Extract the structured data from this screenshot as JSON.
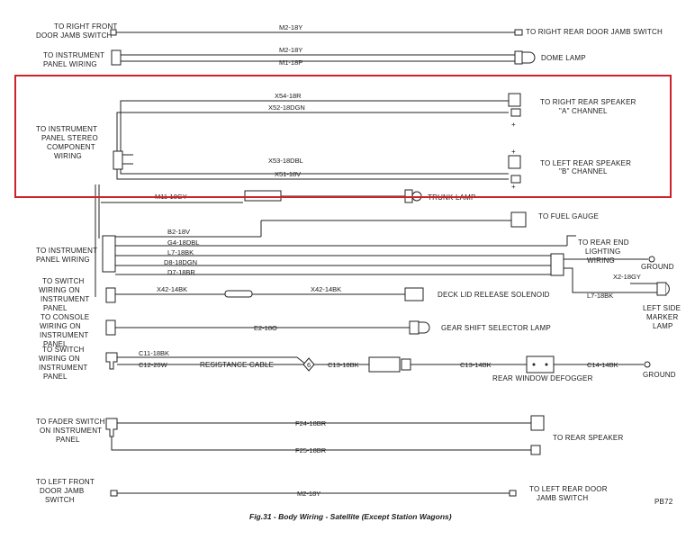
{
  "highlight_color": "#d0212b",
  "labels": {
    "rf_door_jamb": [
      "TO RIGHT FRONT",
      "DOOR JAMB SWITCH"
    ],
    "rr_door_jamb": "TO RIGHT REAR DOOR JAMB SWITCH",
    "instr_panel_top": [
      "TO INSTRUMENT",
      "PANEL WIRING"
    ],
    "dome_lamp": "DOME LAMP",
    "stereo": [
      "TO INSTRUMENT",
      "PANEL STEREO",
      "COMPONENT",
      "WIRING"
    ],
    "right_spk": [
      "TO RIGHT REAR SPEAKER",
      "\"A\" CHANNEL"
    ],
    "left_spk": [
      "TO LEFT REAR SPEAKER",
      "\"B\" CHANNEL"
    ],
    "trunk_lamp": "TRUNK LAMP",
    "fuel_gauge": "TO FUEL GAUGE",
    "instr_panel_mid": [
      "TO INSTRUMENT",
      "PANEL WIRING"
    ],
    "rear_end_lighting": [
      "TO REAR END",
      "LIGHTING",
      "WIRING"
    ],
    "ground1": "GROUND",
    "left_side_marker": [
      "LEFT SIDE",
      "MARKER",
      "LAMP"
    ],
    "switch_wiring1": [
      "TO SWITCH",
      "WIRING ON",
      "INSTRUMENT",
      "PANEL"
    ],
    "deck_lid": "DECK LID RELEASE SOLENOID",
    "console_wiring": [
      "TO CONSOLE",
      "WIRING ON",
      "INSTRUMENT",
      "PANEL"
    ],
    "gear_shift": "GEAR SHIFT SELECTOR LAMP",
    "switch_wiring2": [
      "TO SWITCH",
      "WIRING ON",
      "INSTRUMENT",
      "PANEL"
    ],
    "resistance_cable": "RESISTANCE CABLE",
    "rear_window_defogger": "REAR WINDOW DEFOGGER",
    "ground2": "GROUND",
    "fader_switch": [
      "TO FADER SWITCH",
      "ON INSTRUMENT",
      "PANEL"
    ],
    "rear_speaker": "TO REAR SPEAKER",
    "lf_door_jamb": [
      "TO LEFT FRONT",
      "DOOR JAMB",
      "SWITCH"
    ],
    "lr_door_jamb": [
      "TO LEFT REAR DOOR",
      "JAMB SWITCH"
    ],
    "pb_code": "PB72",
    "caption": "Fig.31 -  Body Wiring - Satellite (Except Station Wagons)"
  },
  "wires": {
    "m2_top": "M2-18Y",
    "m2_dome": "M2-18Y",
    "m1_dome": "M1-18P",
    "x54": "X54-18R",
    "x52": "X52-18DGN",
    "x53": "X53-18DBL",
    "x51": "X51-18V",
    "m11": "M11-18GY",
    "b2": "B2-18V",
    "g4": "G4-18DBL",
    "l7": "L7-18BK",
    "d8": "D8-18DGN",
    "d7": "D7-18BR",
    "x2": "X2-18GY",
    "l7_right": "L7-18BK",
    "x42_left": "X42-14BK",
    "x42_right": "X42-14BK",
    "e2": "E2-18O",
    "c11": "C11-18BK",
    "c12": "C12-20W",
    "c13_left": "C13-18BK",
    "c13_right": "C13-14BK",
    "c14": "C14-14BK",
    "f24": "F24-18BR",
    "f25": "F25-18BR",
    "m2_bottom": "M2-18Y"
  },
  "symbols": {
    "plus": "+",
    "resistor_mark": "6"
  }
}
